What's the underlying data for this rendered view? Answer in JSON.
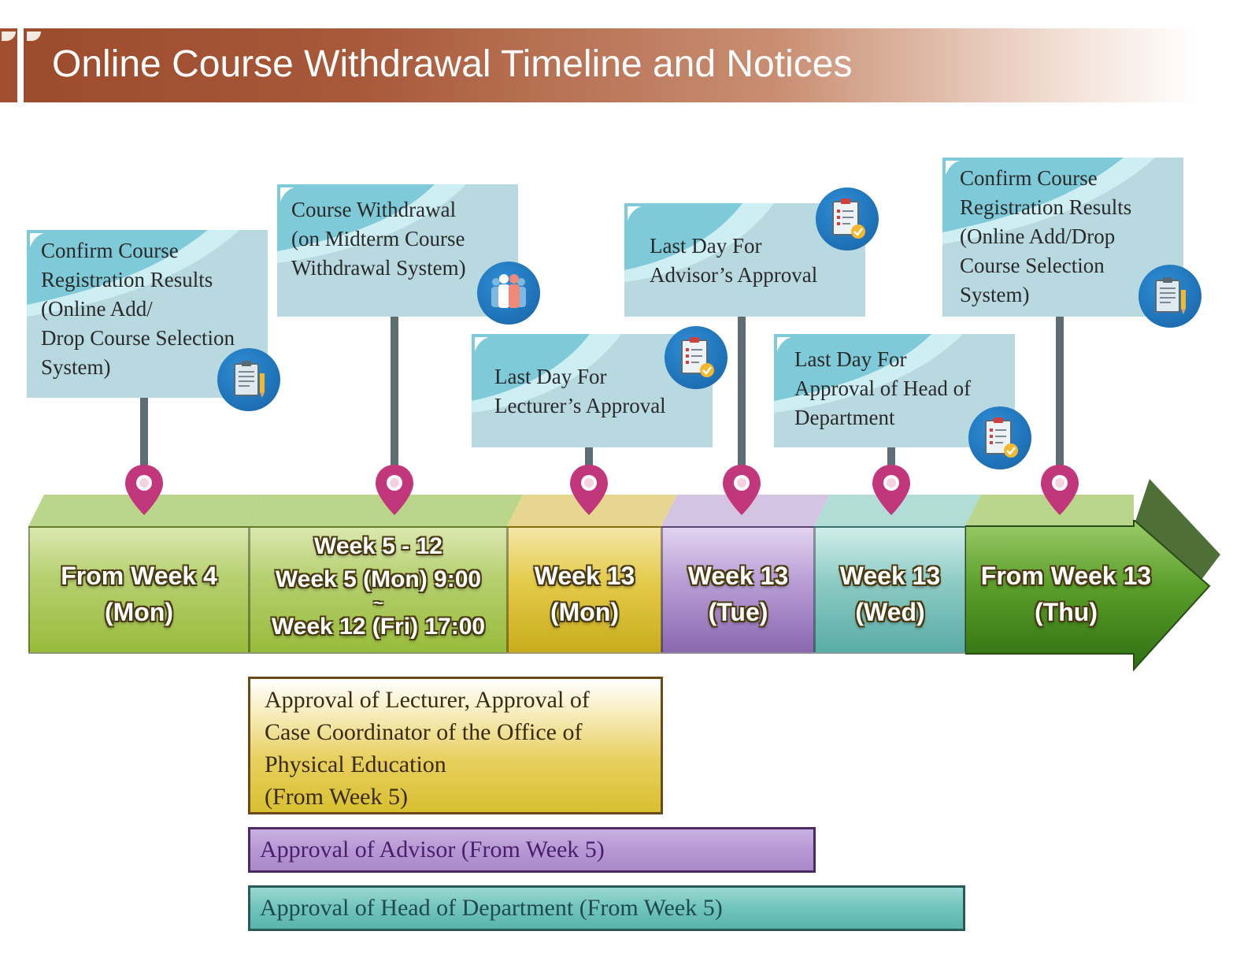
{
  "header": {
    "title": "Online Course Withdrawal Timeline and Notices"
  },
  "callouts": {
    "c1": [
      "Confirm Course",
      "Registration Results",
      "(Online Add/",
      "Drop Course Selection",
      "System)"
    ],
    "c2": [
      "Course Withdrawal",
      " (on Midterm Course",
      "Withdrawal System)"
    ],
    "c3": [
      "Last Day For",
      "Lecturer’s Approval"
    ],
    "c4": [
      "Last Day For",
      "Advisor’s Approval"
    ],
    "c5": [
      "Last Day For",
      "Approval of Head of",
      "Department"
    ],
    "c6": [
      "Confirm Course",
      "Registration Results",
      "(Online Add/Drop",
      "Course Selection",
      "System)"
    ]
  },
  "icons": {
    "c1": "clipboard-pencil-icon",
    "c2": "people-group-icon",
    "c3": "checklist-icon",
    "c4": "checklist-icon",
    "c5": "checklist-icon",
    "c6": "clipboard-pencil-icon"
  },
  "timeline": {
    "seg1": [
      "From Week 4",
      "(Mon)"
    ],
    "seg2": [
      "Week 5 - 12",
      "Week 5 (Mon) 9:00",
      "~",
      "Week 12 (Fri) 17:00"
    ],
    "seg3": [
      "Week 13",
      "(Mon)"
    ],
    "seg4": [
      "Week 13",
      "(Tue)"
    ],
    "seg5": [
      "Week 13",
      "(Wed)"
    ],
    "seg6": [
      "From Week 13",
      "(Thu)"
    ]
  },
  "approvals": {
    "lecturer": [
      "Approval of Lecturer, Approval of",
      "Case Coordinator of the Office of",
      "Physical Education",
      "(From Week 5)"
    ],
    "advisor": "Approval of Advisor  (From Week 5)",
    "head": "Approval of Head of Department  (From Week 5)"
  },
  "colors": {
    "banner": "#a04e2e",
    "callout": "#b9d9e0",
    "callout_wave": "#7fcad8",
    "icon_circle": "#1e6fb4",
    "pin": "#c2367c",
    "stem": "#5d6d74",
    "green_light": "#a8c84a",
    "yellow": "#d4b828",
    "purple": "#8a6ab0",
    "teal": "#5aaca6",
    "green_dark": "#3e8a1e"
  }
}
